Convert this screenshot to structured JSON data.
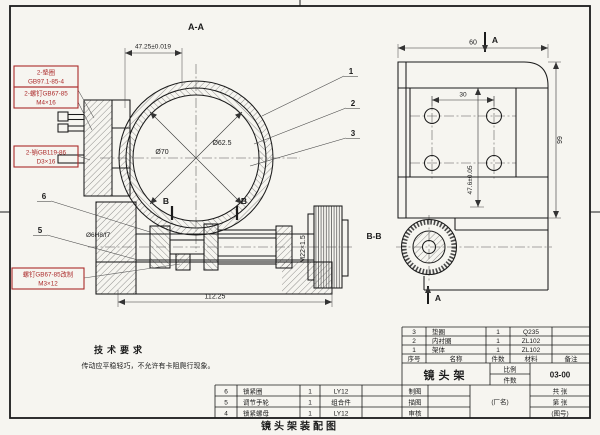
{
  "caption": "镜头架装配图",
  "colors": {
    "callout_red": "#ab2a2a",
    "line": "#1b1b1b"
  },
  "sections": {
    "aa": "A-A",
    "bb": "B-B",
    "a_top": "A",
    "a_bottom": "A",
    "b_left": "B",
    "b_right": "B"
  },
  "balloons": {
    "n1": "1",
    "n2": "2",
    "n3": "3",
    "n5": "5",
    "n6": "6"
  },
  "dims": {
    "top_width": "47.25±0.019",
    "outer_dia": "Ø70",
    "bore_dia": "Ø62.5",
    "shaft_fit": "Ø6H8/f7",
    "thread": "M22×1.5",
    "base_width": "112.25",
    "plate_width": "60",
    "hole_pitch": "30",
    "plate_height": "99",
    "mid_height": "47.6±0.05"
  },
  "callouts": {
    "washer1": "2-垫圈",
    "washer2": "GB97.1-85-4",
    "screw41": "2-螺钉GB67-85",
    "screw42": "M4×16",
    "pin1": "2-销GB119-86",
    "pin2": "D3×16",
    "screw31": "螺钉GB67-85改制",
    "screw32": "M3×12"
  },
  "tech": {
    "title": "技术要求",
    "body": "传动应平稳轻巧，不允许有卡阻爬行现象。"
  },
  "bom_right": {
    "header": {
      "no": "序号",
      "name": "名称",
      "qty": "件数",
      "material": "材料",
      "note": "备注"
    },
    "rows": [
      {
        "no": "3",
        "name": "垫圈",
        "qty": "1",
        "material": "Q235"
      },
      {
        "no": "2",
        "name": "内衬圈",
        "qty": "1",
        "material": "ZL102"
      },
      {
        "no": "1",
        "name": "架体",
        "qty": "1",
        "material": "ZL102"
      }
    ]
  },
  "bom_left": {
    "rows": [
      {
        "no": "6",
        "name": "锁紧圈",
        "qty": "1",
        "material": "LY12"
      },
      {
        "no": "5",
        "name": "调节手轮",
        "qty": "1",
        "material": "组合件"
      },
      {
        "no": "4",
        "name": "锁紧螺母",
        "qty": "1",
        "material": "LY12"
      }
    ]
  },
  "title_block": {
    "part_name": "镜头架",
    "scale_label": "比例",
    "qty_label": "件数",
    "drawing_no": "03-00",
    "drafter_label": "制图",
    "tracer_label": "描图",
    "checker_label": "审核",
    "company": "(厂名)",
    "sheets_total": "共 张",
    "sheet_index": "第 张",
    "fig_no": "(图号)"
  }
}
